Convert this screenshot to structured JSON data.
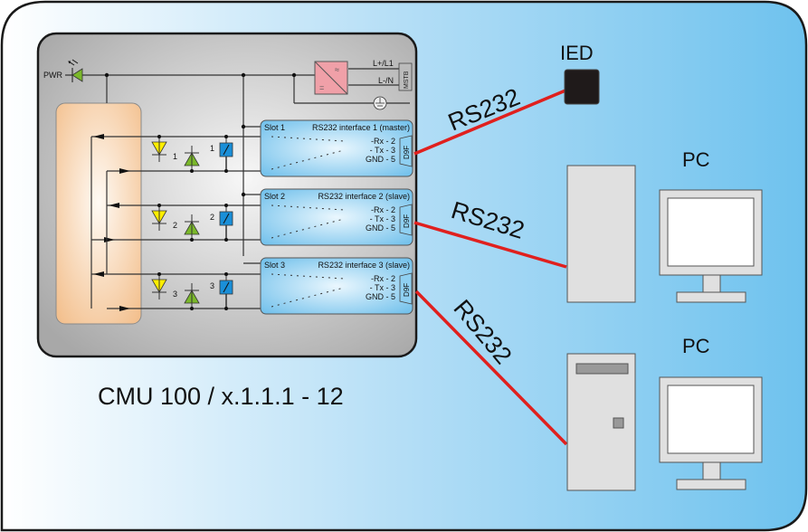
{
  "device": {
    "title": "CMU 100 / x.1.1.1 - 12",
    "power_label": "PWR",
    "power_inputs": [
      "L+/L1",
      "L-/N"
    ],
    "connector_label": "MSTB",
    "slots": [
      {
        "slot": "Slot 1",
        "name": "RS232 interface 1 (master)",
        "pins": [
          "-Rx - 2",
          "- Tx - 3",
          "GND - 5"
        ],
        "connector": "D9F",
        "index": "1"
      },
      {
        "slot": "Slot 2",
        "name": "RS232 interface 2 (slave)",
        "pins": [
          "-Rx - 2",
          "- Tx - 3",
          "GND - 5"
        ],
        "connector": "D9F",
        "index": "2"
      },
      {
        "slot": "Slot 3",
        "name": "RS232 interface 3 (slave)",
        "pins": [
          "-Rx - 2",
          "- Tx - 3",
          "GND - 5"
        ],
        "connector": "D9F",
        "index": "3"
      }
    ]
  },
  "links": [
    {
      "label": "RS232",
      "target": "IED"
    },
    {
      "label": "RS232",
      "target": "PC"
    },
    {
      "label": "RS232",
      "target": "PC"
    }
  ],
  "targets": {
    "ied_label": "IED",
    "pc1_label": "PC",
    "pc2_label": "PC"
  },
  "colors": {
    "cable": "#e0201e",
    "slot_fill": "#8fd0f2",
    "led_yellow": "#ffee00",
    "led_green": "#7ab82a",
    "relay_blue": "#1a8fd8",
    "psu_pink": "#f0a0a8",
    "logic_orange": "#f5c89a"
  }
}
